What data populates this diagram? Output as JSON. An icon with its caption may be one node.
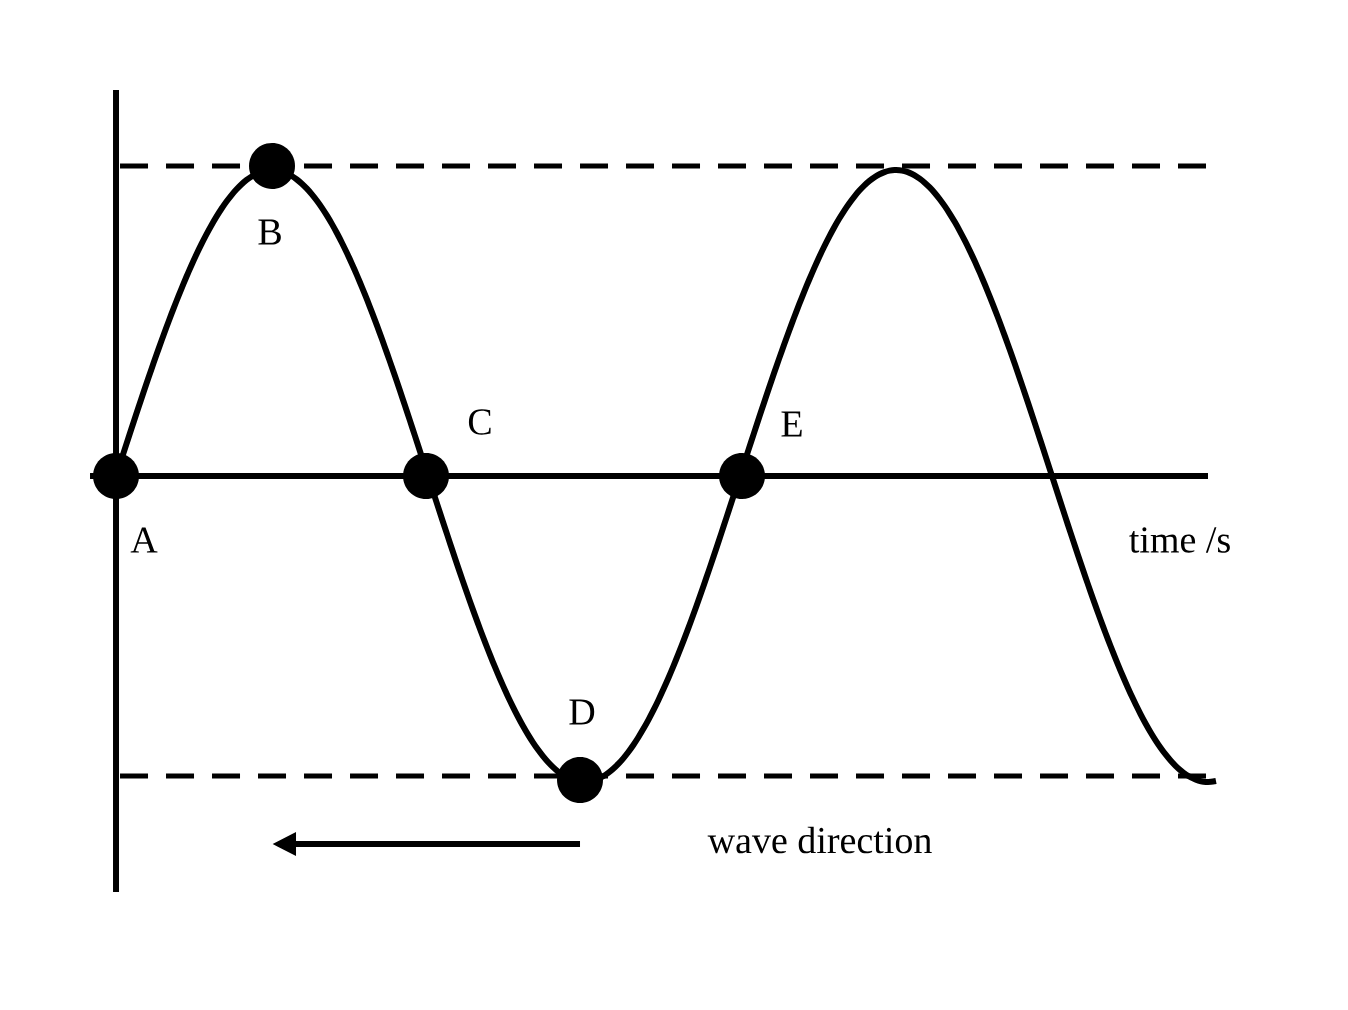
{
  "diagram": {
    "nodes": [
      {
        "text": [],
        "shape": "circle",
        "beside": [
          "A"
        ]
      },
      {
        "text": [],
        "shape": "circle",
        "beside": [
          "B"
        ]
      },
      {
        "text": [],
        "shape": "circle",
        "beside": [
          "C"
        ]
      },
      {
        "text": [],
        "shape": "circle",
        "beside": [
          "D"
        ]
      },
      {
        "text": [],
        "shape": "circle",
        "beside": [
          "E"
        ]
      }
    ],
    "edges": [],
    "labels": [
      "time /s",
      "wave direction"
    ]
  }
}
